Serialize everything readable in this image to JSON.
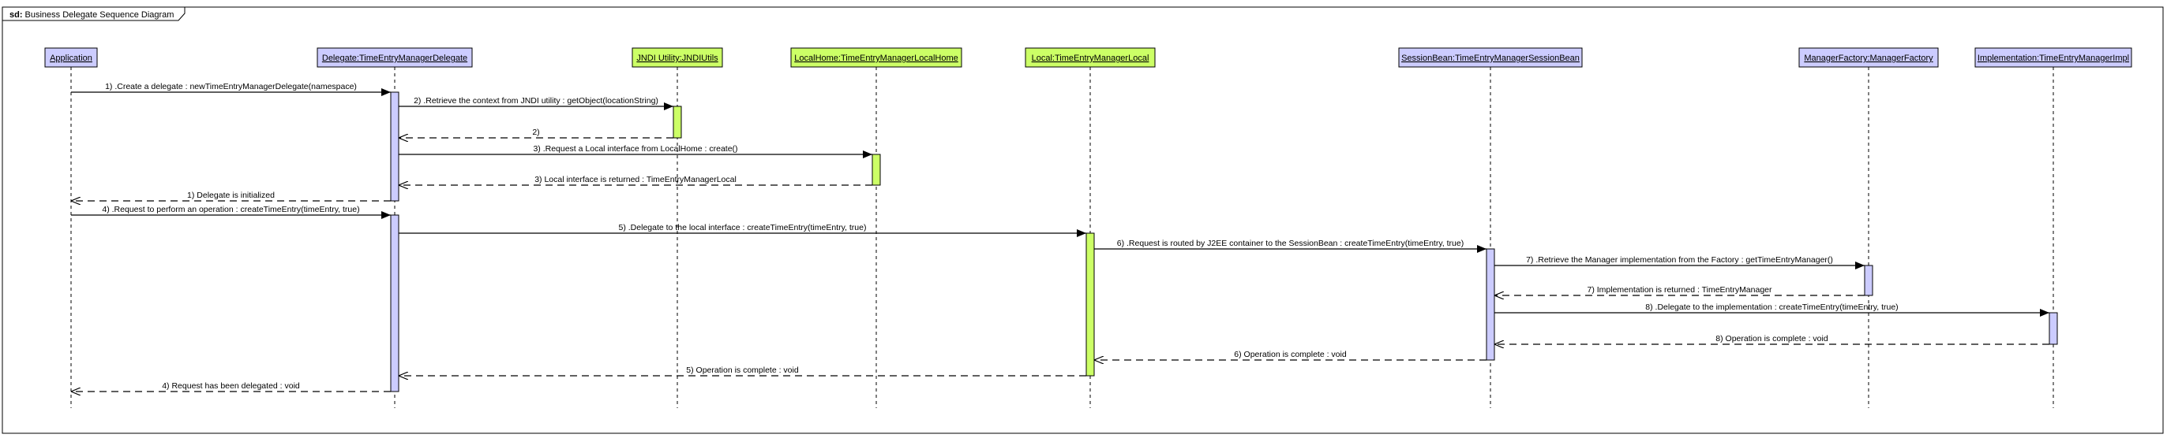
{
  "frame": {
    "keyword": "sd:",
    "title": "Business Delegate Sequence Diagram"
  },
  "colors": {
    "blue_fill": "#ccccff",
    "green_fill": "#ccff66",
    "border": "#000000"
  },
  "participants": [
    {
      "id": "app",
      "label": "Application",
      "color": "blue"
    },
    {
      "id": "delegate",
      "label": "Delegate:TimeEntryManagerDelegate",
      "color": "blue"
    },
    {
      "id": "jndi",
      "label": "JNDI Utility:JNDIUtils",
      "color": "green"
    },
    {
      "id": "home",
      "label": "LocalHome:TimeEntryManagerLocalHome",
      "color": "green"
    },
    {
      "id": "local",
      "label": "Local:TimeEntryManagerLocal",
      "color": "green"
    },
    {
      "id": "session",
      "label": "SessionBean:TimeEntryManagerSessionBean",
      "color": "blue"
    },
    {
      "id": "factory",
      "label": "ManagerFactory:ManagerFactory",
      "color": "blue"
    },
    {
      "id": "impl",
      "label": "Implementation:TimeEntryManagerImpl",
      "color": "blue"
    }
  ],
  "messages": [
    {
      "from": "app",
      "to": "delegate",
      "type": "call",
      "label": "1) .Create a delegate : newTimeEntryManagerDelegate(namespace)"
    },
    {
      "from": "delegate",
      "to": "jndi",
      "type": "call",
      "label": "2) .Retrieve the context from JNDI utility : getObject(locationString)"
    },
    {
      "from": "jndi",
      "to": "delegate",
      "type": "return",
      "label": "2)"
    },
    {
      "from": "delegate",
      "to": "home",
      "type": "call",
      "label": "3) .Request a Local interface from LocalHome : create()"
    },
    {
      "from": "home",
      "to": "delegate",
      "type": "return",
      "label": "3) Local interface is returned : TimeEntryManagerLocal"
    },
    {
      "from": "delegate",
      "to": "app",
      "type": "return",
      "label": "1) Delegate is initialized"
    },
    {
      "from": "app",
      "to": "delegate",
      "type": "call",
      "label": "4) .Request to perform an operation : createTimeEntry(timeEntry, true)"
    },
    {
      "from": "delegate",
      "to": "local",
      "type": "call",
      "label": "5) .Delegate to the local interface : createTimeEntry(timeEntry, true)"
    },
    {
      "from": "local",
      "to": "session",
      "type": "call",
      "label": "6) .Request is routed by J2EE container to the SessionBean : createTimeEntry(timeEntry, true)"
    },
    {
      "from": "session",
      "to": "factory",
      "type": "call",
      "label": "7) .Retrieve the Manager implementation from the Factory : getTimeEntryManager()"
    },
    {
      "from": "factory",
      "to": "session",
      "type": "return",
      "label": "7) Implementation is returned : TimeEntryManager"
    },
    {
      "from": "session",
      "to": "impl",
      "type": "call",
      "label": "8) .Delegate to the implementation : createTimeEntry(timeEntry, true)"
    },
    {
      "from": "impl",
      "to": "session",
      "type": "return",
      "label": "8) Operation is complete : void"
    },
    {
      "from": "session",
      "to": "local",
      "type": "return",
      "label": "6) Operation is complete : void"
    },
    {
      "from": "local",
      "to": "delegate",
      "type": "return",
      "label": "5) Operation is complete : void"
    },
    {
      "from": "delegate",
      "to": "app",
      "type": "return",
      "label": "4) Request has been delegated : void"
    }
  ]
}
